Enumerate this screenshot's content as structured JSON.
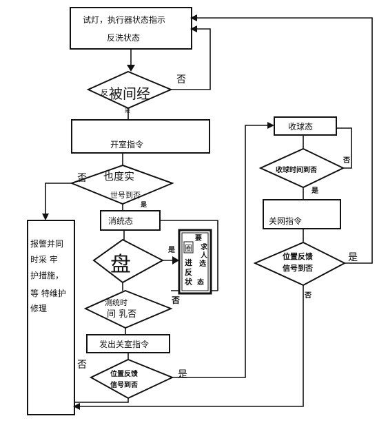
{
  "nodes": {
    "n1_line1": "试灯，执行器状态指示",
    "n1_line2": "反洗状态",
    "d1_prefix": "反",
    "d1_text": "被间经",
    "d1_small": "是",
    "n2": "开室指令",
    "d2_top": "也度实",
    "d2_bottom": "世号到否",
    "n3": "消统态",
    "d3_text": "盘",
    "side_box": [
      "要",
      "求",
      "人",
      "选",
      "圈",
      "进",
      "反",
      "状",
      "态"
    ],
    "d4_line1": "测统时",
    "d4_line2": "间 乳否",
    "n4": "发出关室指令",
    "d5_line1": "位置反馈",
    "d5_line2": "信号到否",
    "alarm": [
      "报警并同",
      "时采 牢",
      "护措施，",
      "等 特维护",
      "修理"
    ],
    "r1": "收球态",
    "rd1": "收球时间到否",
    "r2": "关网指令",
    "rd2_line1": "位置反馈",
    "rd2_line2": "信号到否"
  },
  "labels": {
    "no_1": "否",
    "no_2": "否",
    "yes_d2": "是",
    "yes_d3": "是",
    "no_d4": "否",
    "no_d5": "否",
    "yes_d5": "是",
    "no_rd1": "否",
    "yes_rd1": "是",
    "yes_rd2": "是",
    "no_rd2": "否"
  }
}
